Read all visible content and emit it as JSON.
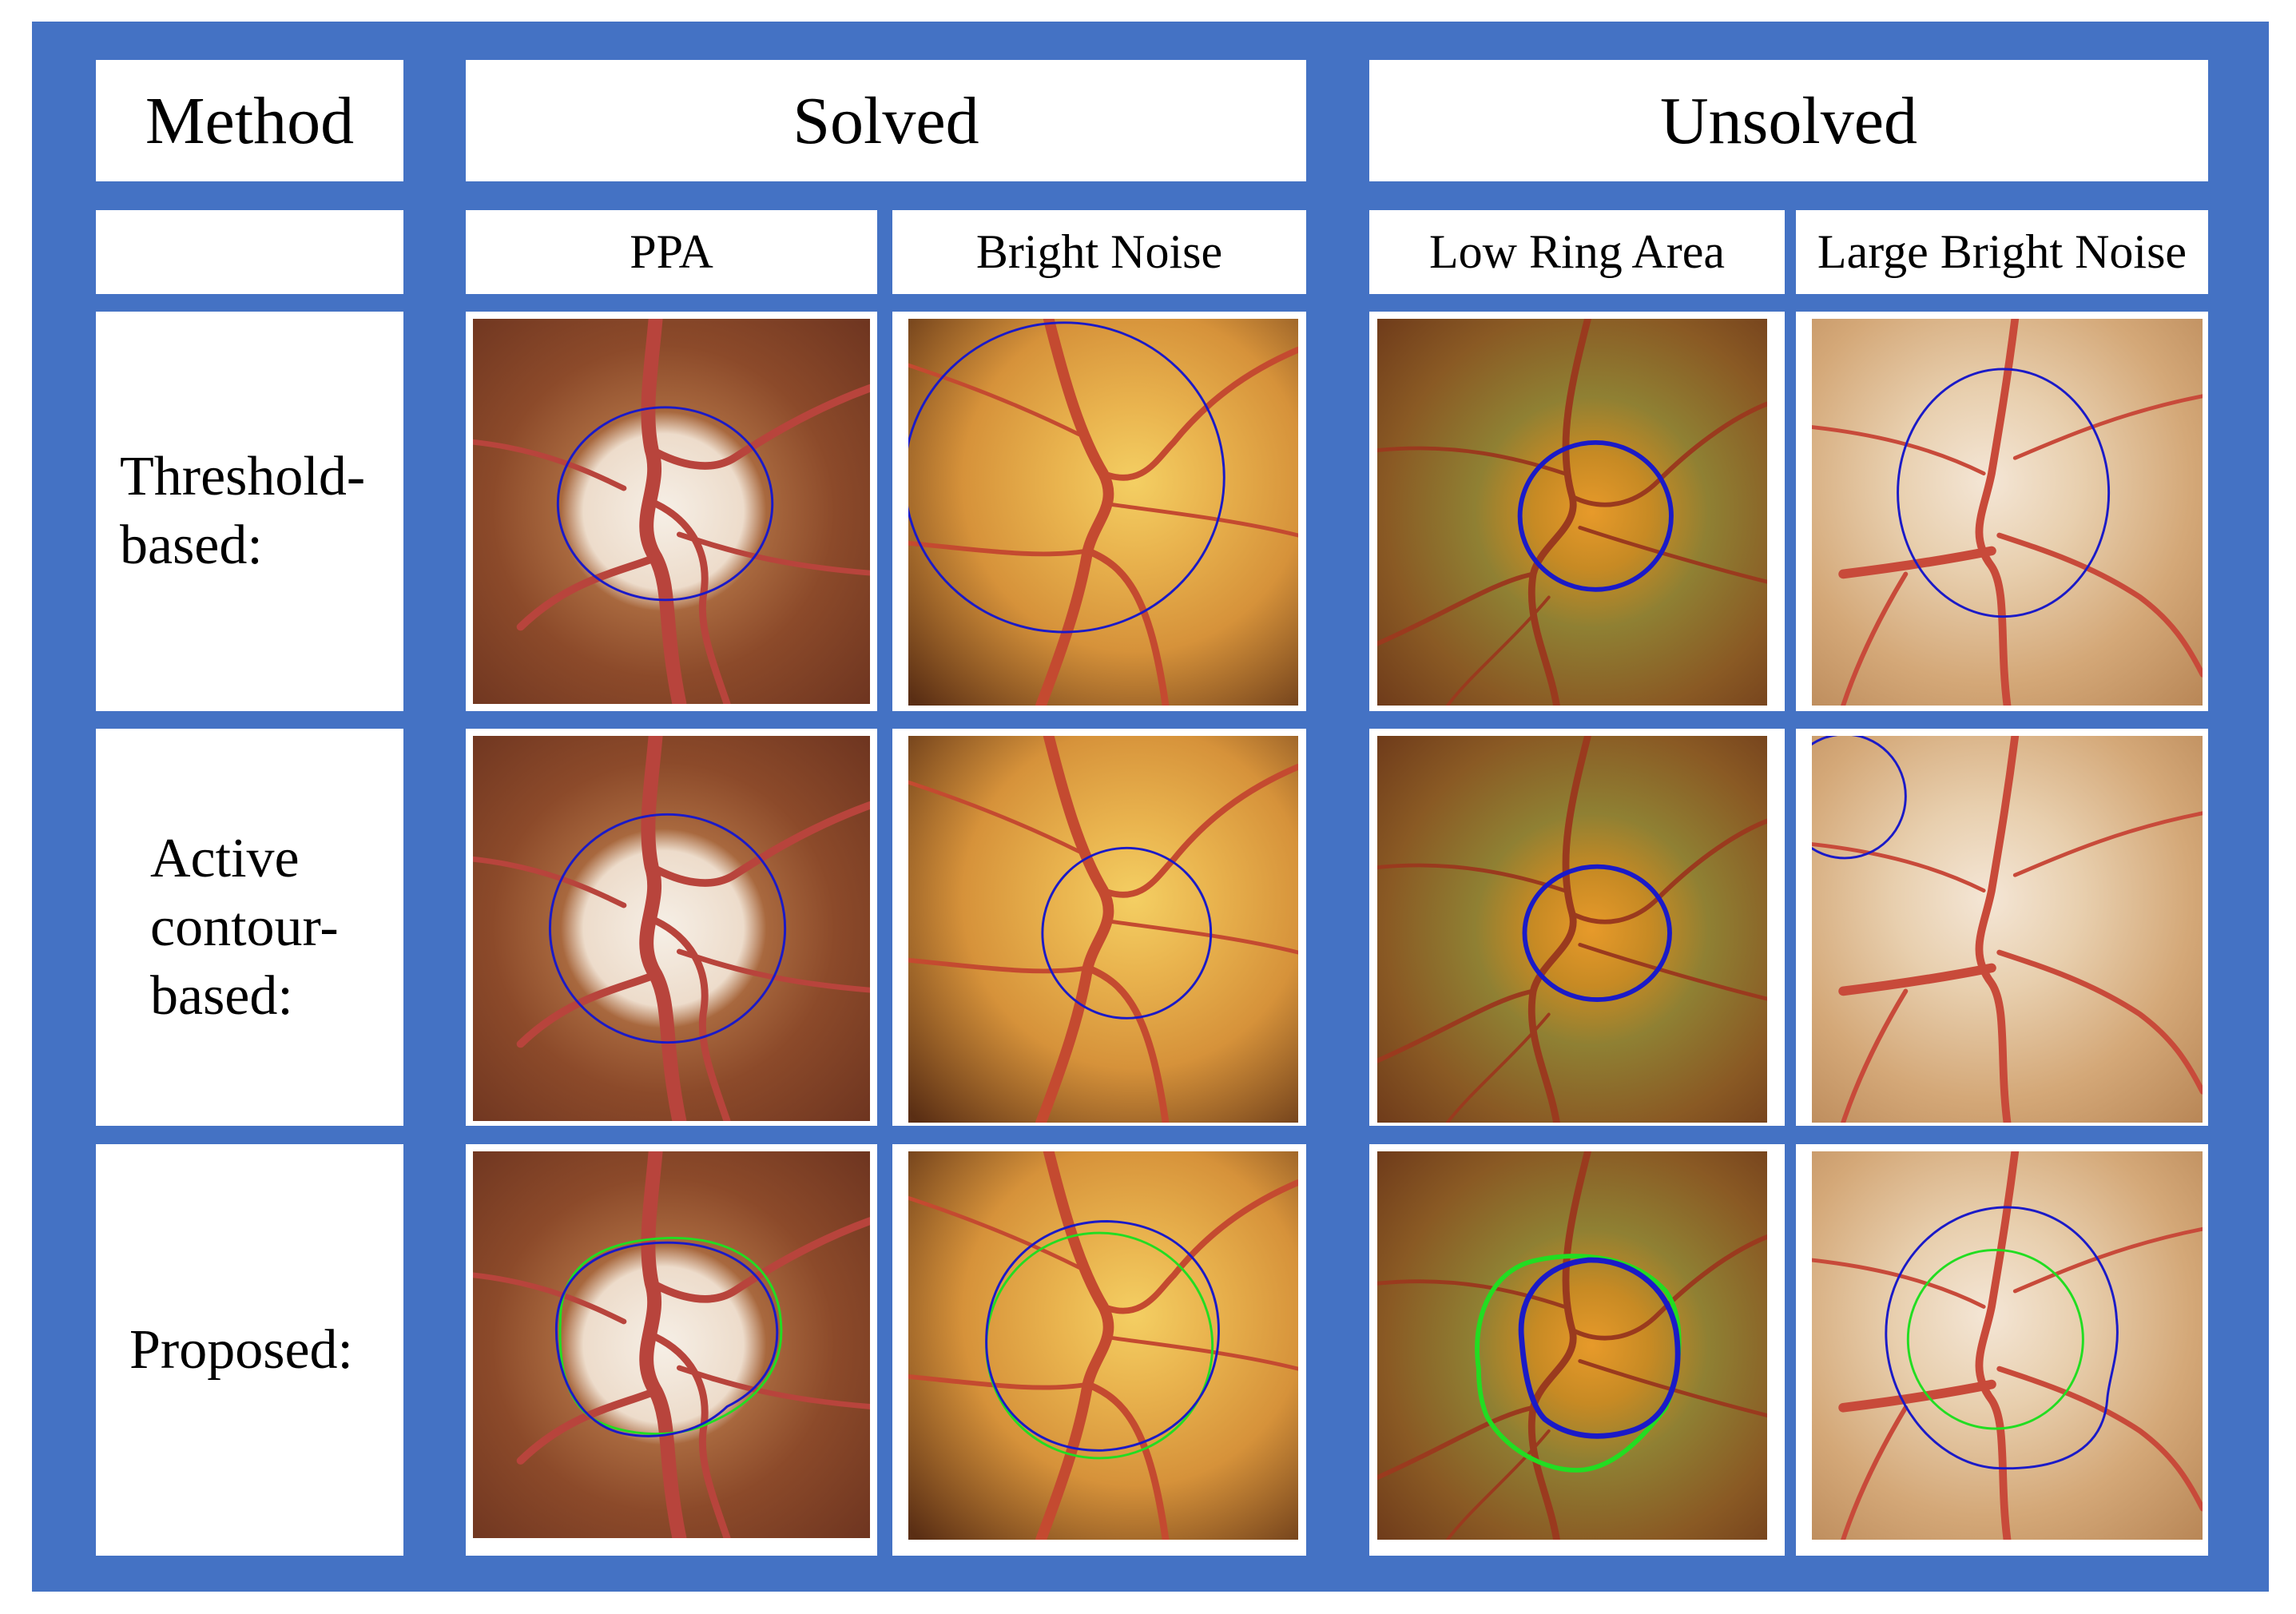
{
  "header": {
    "method": "Method",
    "solved": "Solved",
    "unsolved": "Unsolved"
  },
  "columns": [
    "PPA",
    "Bright Noise",
    "Low Ring Area",
    "Large Bright Noise"
  ],
  "rows": [
    {
      "label_lines": [
        "Threshold-",
        "based:"
      ]
    },
    {
      "label_lines": [
        "Active",
        "contour-",
        "based:"
      ]
    },
    {
      "label_lines": [
        "Proposed:"
      ]
    }
  ],
  "colors": {
    "frame": "#4472C4",
    "detected_boundary": "#1A1AC8",
    "ground_truth_boundary": "#22DD22"
  }
}
